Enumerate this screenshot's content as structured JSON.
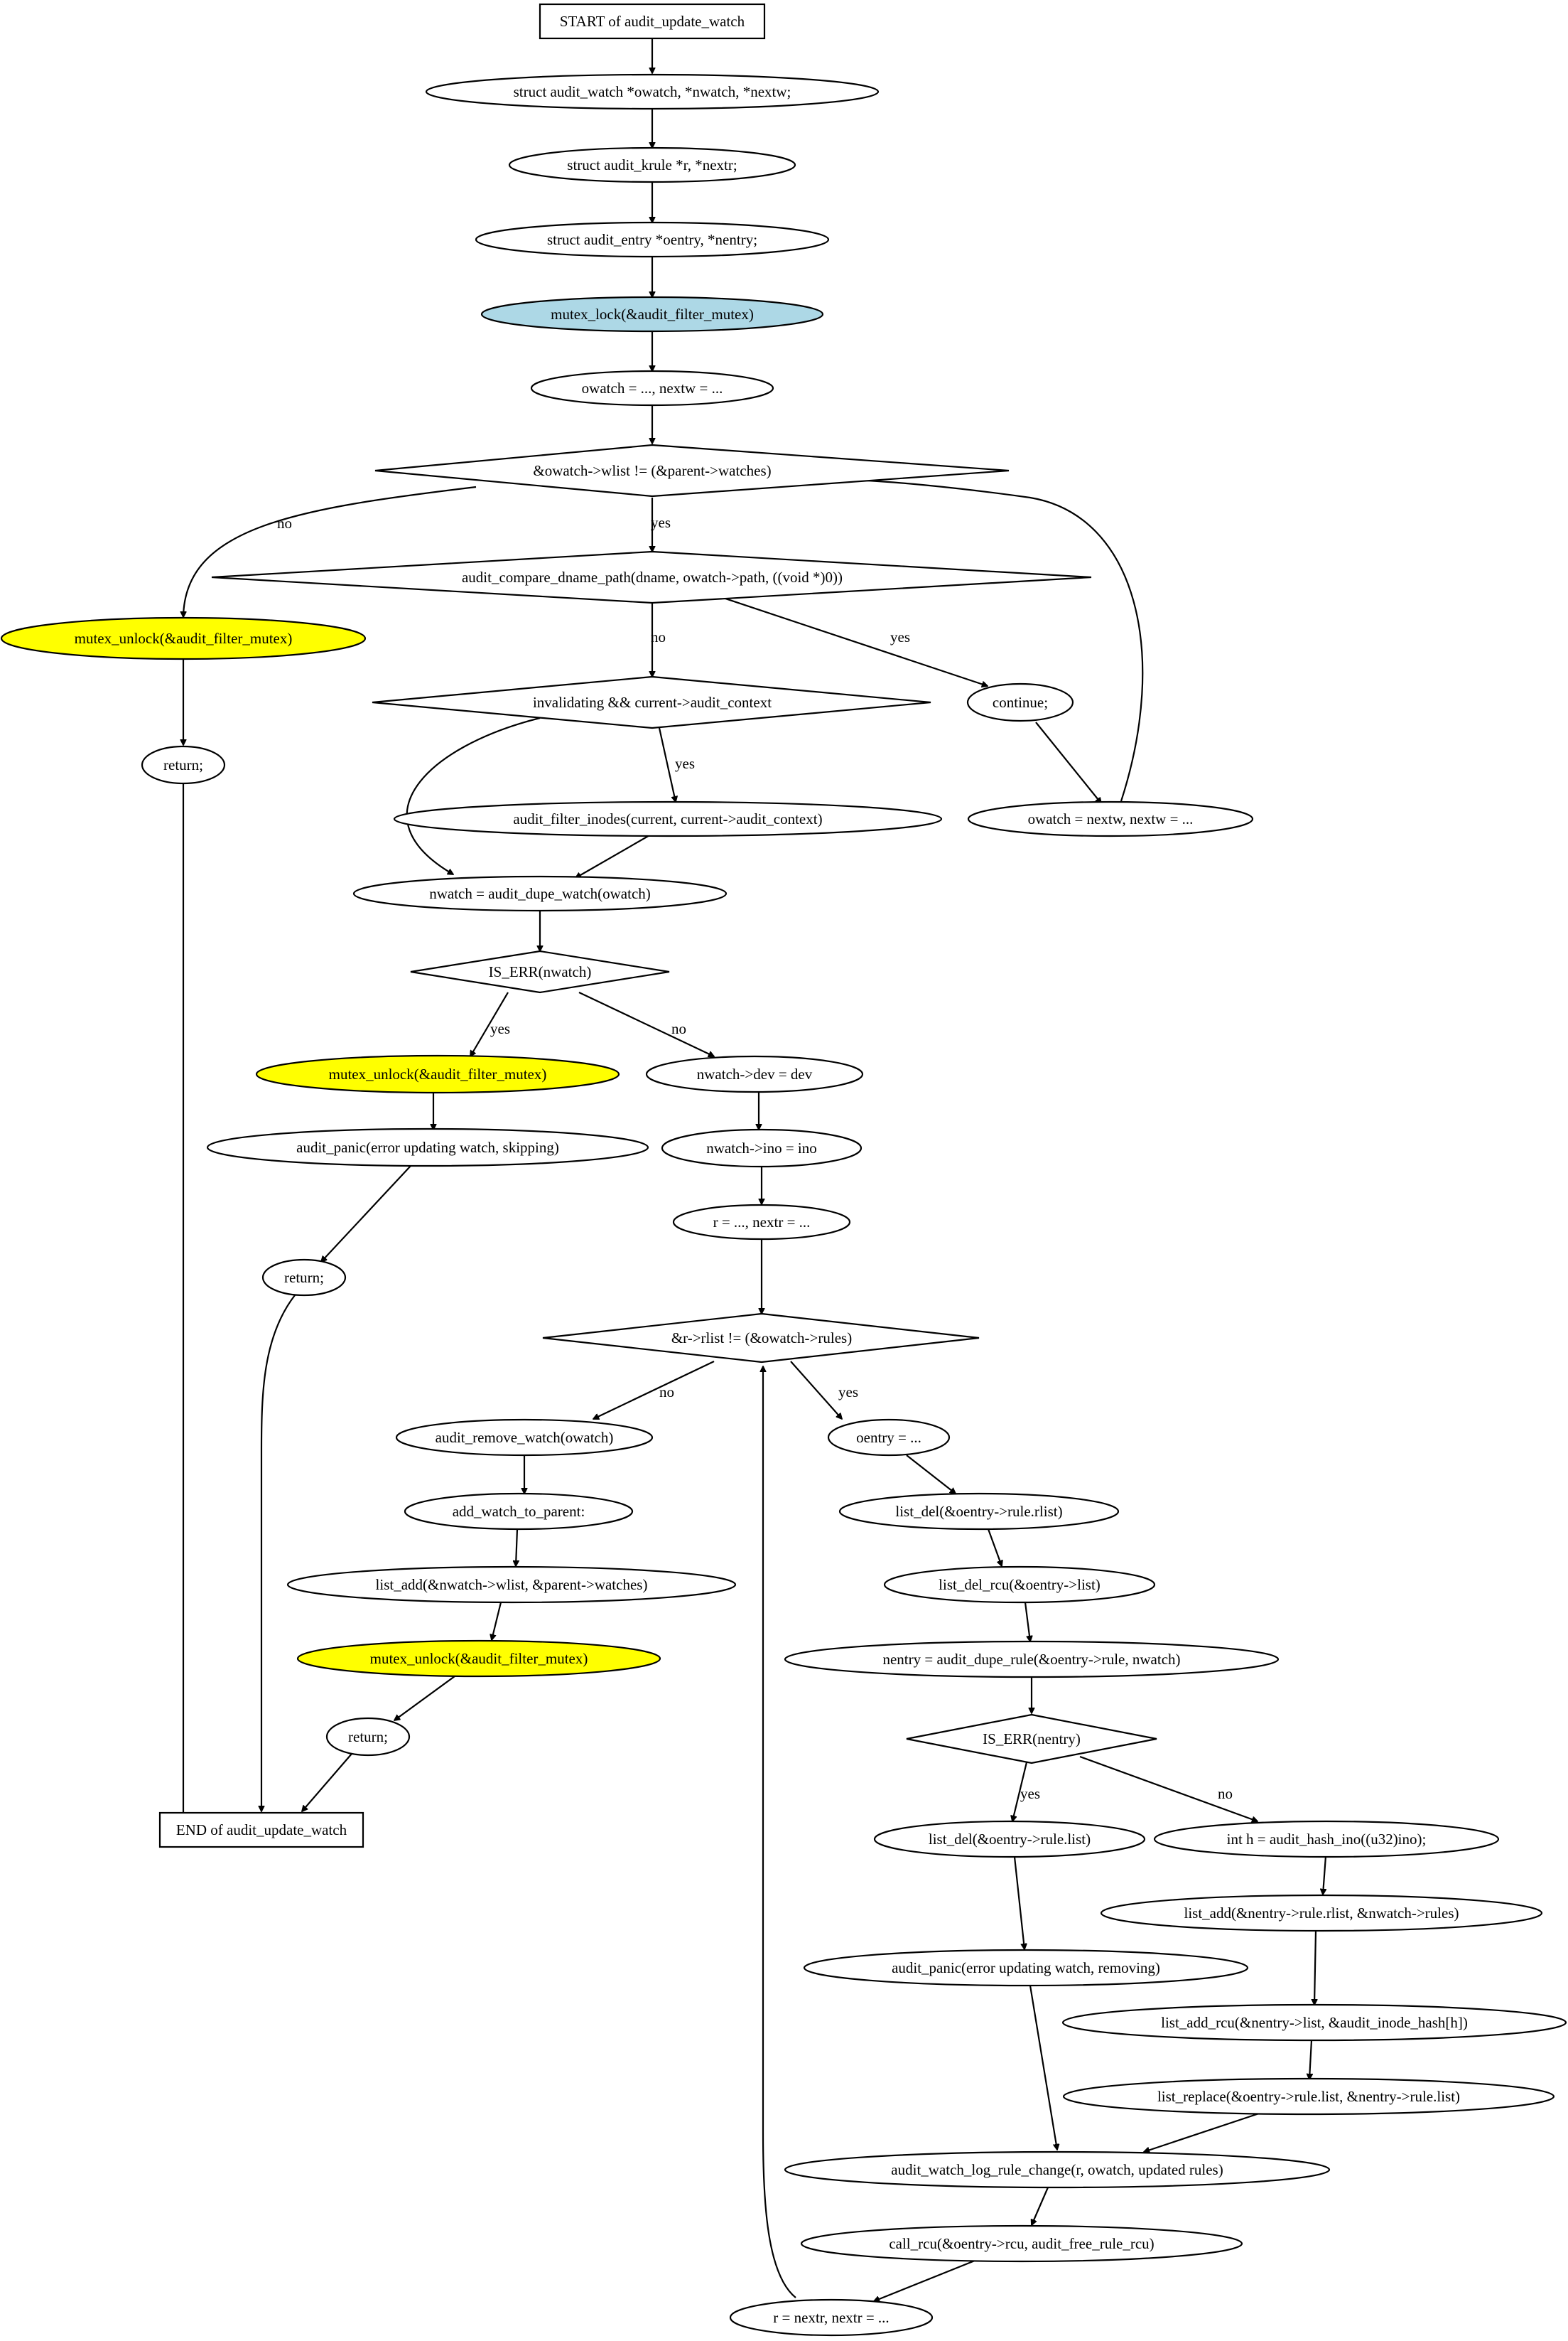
{
  "nodes": {
    "n1": {
      "label": "START of audit_update_watch"
    },
    "n2": {
      "label": "struct audit_watch *owatch, *nwatch, *nextw;"
    },
    "n3": {
      "label": "struct audit_krule *r, *nextr;"
    },
    "n4": {
      "label": "struct audit_entry *oentry, *nentry;"
    },
    "n5": {
      "label": "mutex_lock(&audit_filter_mutex)"
    },
    "n6": {
      "label": "owatch = ..., nextw = ..."
    },
    "n7": {
      "label": "&owatch->wlist != (&parent->watches)"
    },
    "n8": {
      "label": "audit_compare_dname_path(dname, owatch->path, ((void *)0))"
    },
    "n9": {
      "label": "mutex_unlock(&audit_filter_mutex)"
    },
    "n10": {
      "label": "return;"
    },
    "n11": {
      "label": "invalidating && current->audit_context"
    },
    "n12": {
      "label": "continue;"
    },
    "n13": {
      "label": "audit_filter_inodes(current, current->audit_context)"
    },
    "n14": {
      "label": "owatch = nextw, nextw = ..."
    },
    "n15": {
      "label": "nwatch = audit_dupe_watch(owatch)"
    },
    "n16": {
      "label": "IS_ERR(nwatch)"
    },
    "n17": {
      "label": "mutex_unlock(&audit_filter_mutex)"
    },
    "n18": {
      "label": "nwatch->dev = dev"
    },
    "n19": {
      "label": "audit_panic(error updating watch, skipping)"
    },
    "n20": {
      "label": "nwatch->ino = ino"
    },
    "n21": {
      "label": "return;"
    },
    "n22": {
      "label": "r = ..., nextr = ..."
    },
    "n23": {
      "label": "&r->rlist != (&owatch->rules)"
    },
    "n24": {
      "label": "audit_remove_watch(owatch)"
    },
    "n25": {
      "label": "oentry = ..."
    },
    "n26": {
      "label": "add_watch_to_parent:"
    },
    "n27": {
      "label": "list_del(&oentry->rule.rlist)"
    },
    "n28": {
      "label": "list_add(&nwatch->wlist, &parent->watches)"
    },
    "n29": {
      "label": "list_del_rcu(&oentry->list)"
    },
    "n30": {
      "label": "mutex_unlock(&audit_filter_mutex)"
    },
    "n31": {
      "label": "nentry = audit_dupe_rule(&oentry->rule, nwatch)"
    },
    "n32": {
      "label": "return;"
    },
    "n33": {
      "label": "IS_ERR(nentry)"
    },
    "n34": {
      "label": "END of audit_update_watch"
    },
    "n35": {
      "label": "list_del(&oentry->rule.list)"
    },
    "n36": {
      "label": "int h = audit_hash_ino((u32)ino);"
    },
    "n37": {
      "label": "list_add(&nentry->rule.rlist, &nwatch->rules)"
    },
    "n38": {
      "label": "audit_panic(error updating watch, removing)"
    },
    "n39": {
      "label": "list_add_rcu(&nentry->list, &audit_inode_hash[h])"
    },
    "n40": {
      "label": "list_replace(&oentry->rule.list, &nentry->rule.list)"
    },
    "n41": {
      "label": "audit_watch_log_rule_change(r, owatch, updated rules)"
    },
    "n42": {
      "label": "call_rcu(&oentry->rcu, audit_free_rule_rcu)"
    },
    "n43": {
      "label": "r = nextr, nextr = ..."
    }
  },
  "edge_labels": {
    "e7_9": "no",
    "e7_8": "yes",
    "e8_11": "no",
    "e8_12": "yes",
    "e11_15": "no",
    "e11_13": "yes",
    "e16_17": "yes",
    "e16_18": "no",
    "e23_24": "no",
    "e23_25": "yes",
    "e33_35": "yes",
    "e33_36": "no"
  },
  "colors": {
    "lock_fill": "#add8e6",
    "unlock_fill": "#ffff00",
    "default_fill": "#ffffff",
    "line": "#000000"
  }
}
